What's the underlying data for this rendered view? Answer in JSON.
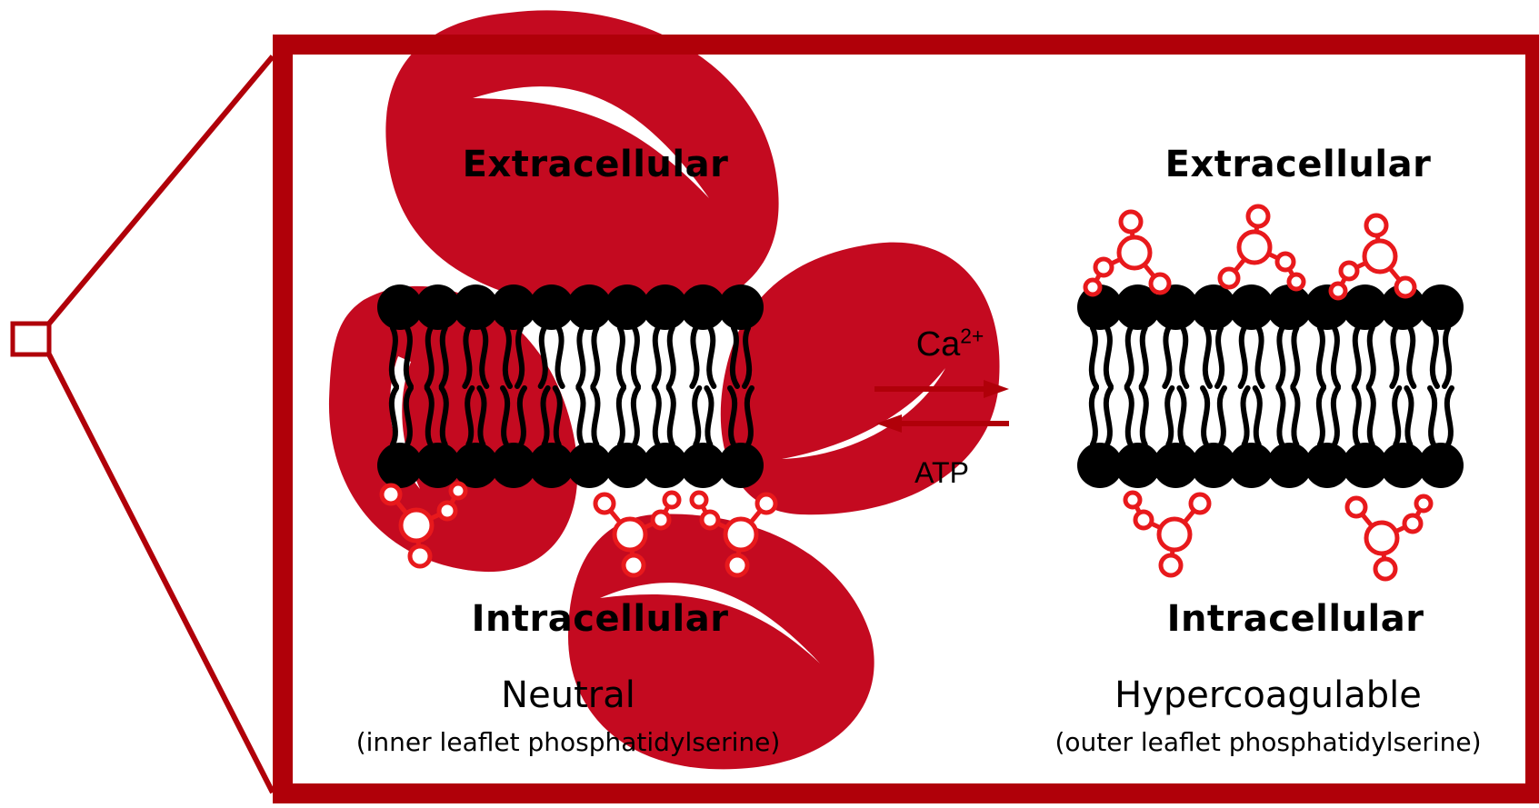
{
  "colors": {
    "frame": "#b00009",
    "rbc": "#c40a20",
    "lipid": "#000000",
    "phosphatidylserine": "#e8191c",
    "arrow": "#b00009"
  },
  "left_panel": {
    "top_label": "Extracellular",
    "bottom_label": "Intracellular",
    "state_title": "Neutral",
    "state_subtitle": "(inner leaflet phosphatidylserine)"
  },
  "right_panel": {
    "top_label": "Extracellular",
    "bottom_label": "Intracellular",
    "state_title": "Hypercoagulable",
    "state_subtitle": "(outer leaflet phosphatidylserine)"
  },
  "transition": {
    "forward_label": "Ca",
    "forward_label_superscript": "2+",
    "reverse_label": "ATP"
  }
}
